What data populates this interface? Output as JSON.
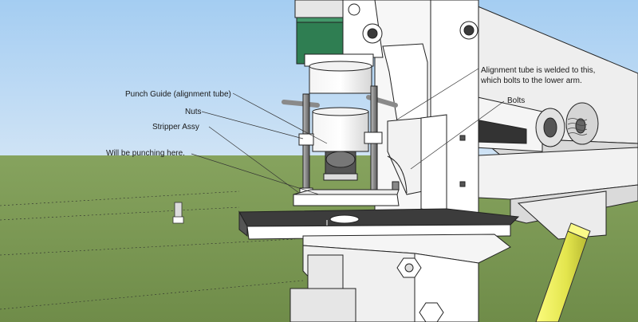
{
  "annotations": {
    "punch_guide": "Punch Guide (alignment tube)",
    "nuts": "Nuts",
    "stripper_assy": "Stripper Assy",
    "punch_location": "Will be punching here.",
    "alignment_tube_line1": "Alignment tube is welded to this,",
    "alignment_tube_line2": "which bolts to the lower arm.",
    "bolts": "Bolts"
  },
  "colors": {
    "sky": "#9fc9ef",
    "ground": "#7d9a55",
    "part_fill": "#ffffff",
    "part_shade": "#e8e8e8",
    "die_plate": "#3c3c3c",
    "cylinder": "#e9ec57",
    "motor_green": "#2f7e52",
    "edge": "#222222"
  }
}
